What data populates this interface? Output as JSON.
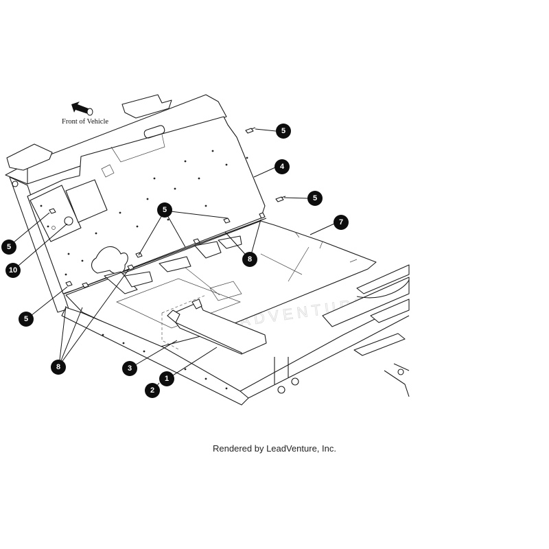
{
  "diagram": {
    "front_label": "Front of Vehicle",
    "watermark_text": "LEADVENTURE",
    "credit": "Rendered by LeadVenture, Inc.",
    "callouts": [
      "5",
      "4",
      "5",
      "7",
      "5",
      "8",
      "5",
      "10",
      "5",
      "8",
      "3",
      "1",
      "2"
    ],
    "colors": {
      "line": "#1a1a1a",
      "callout": "#0d0d0d",
      "background": "#ffffff"
    }
  }
}
